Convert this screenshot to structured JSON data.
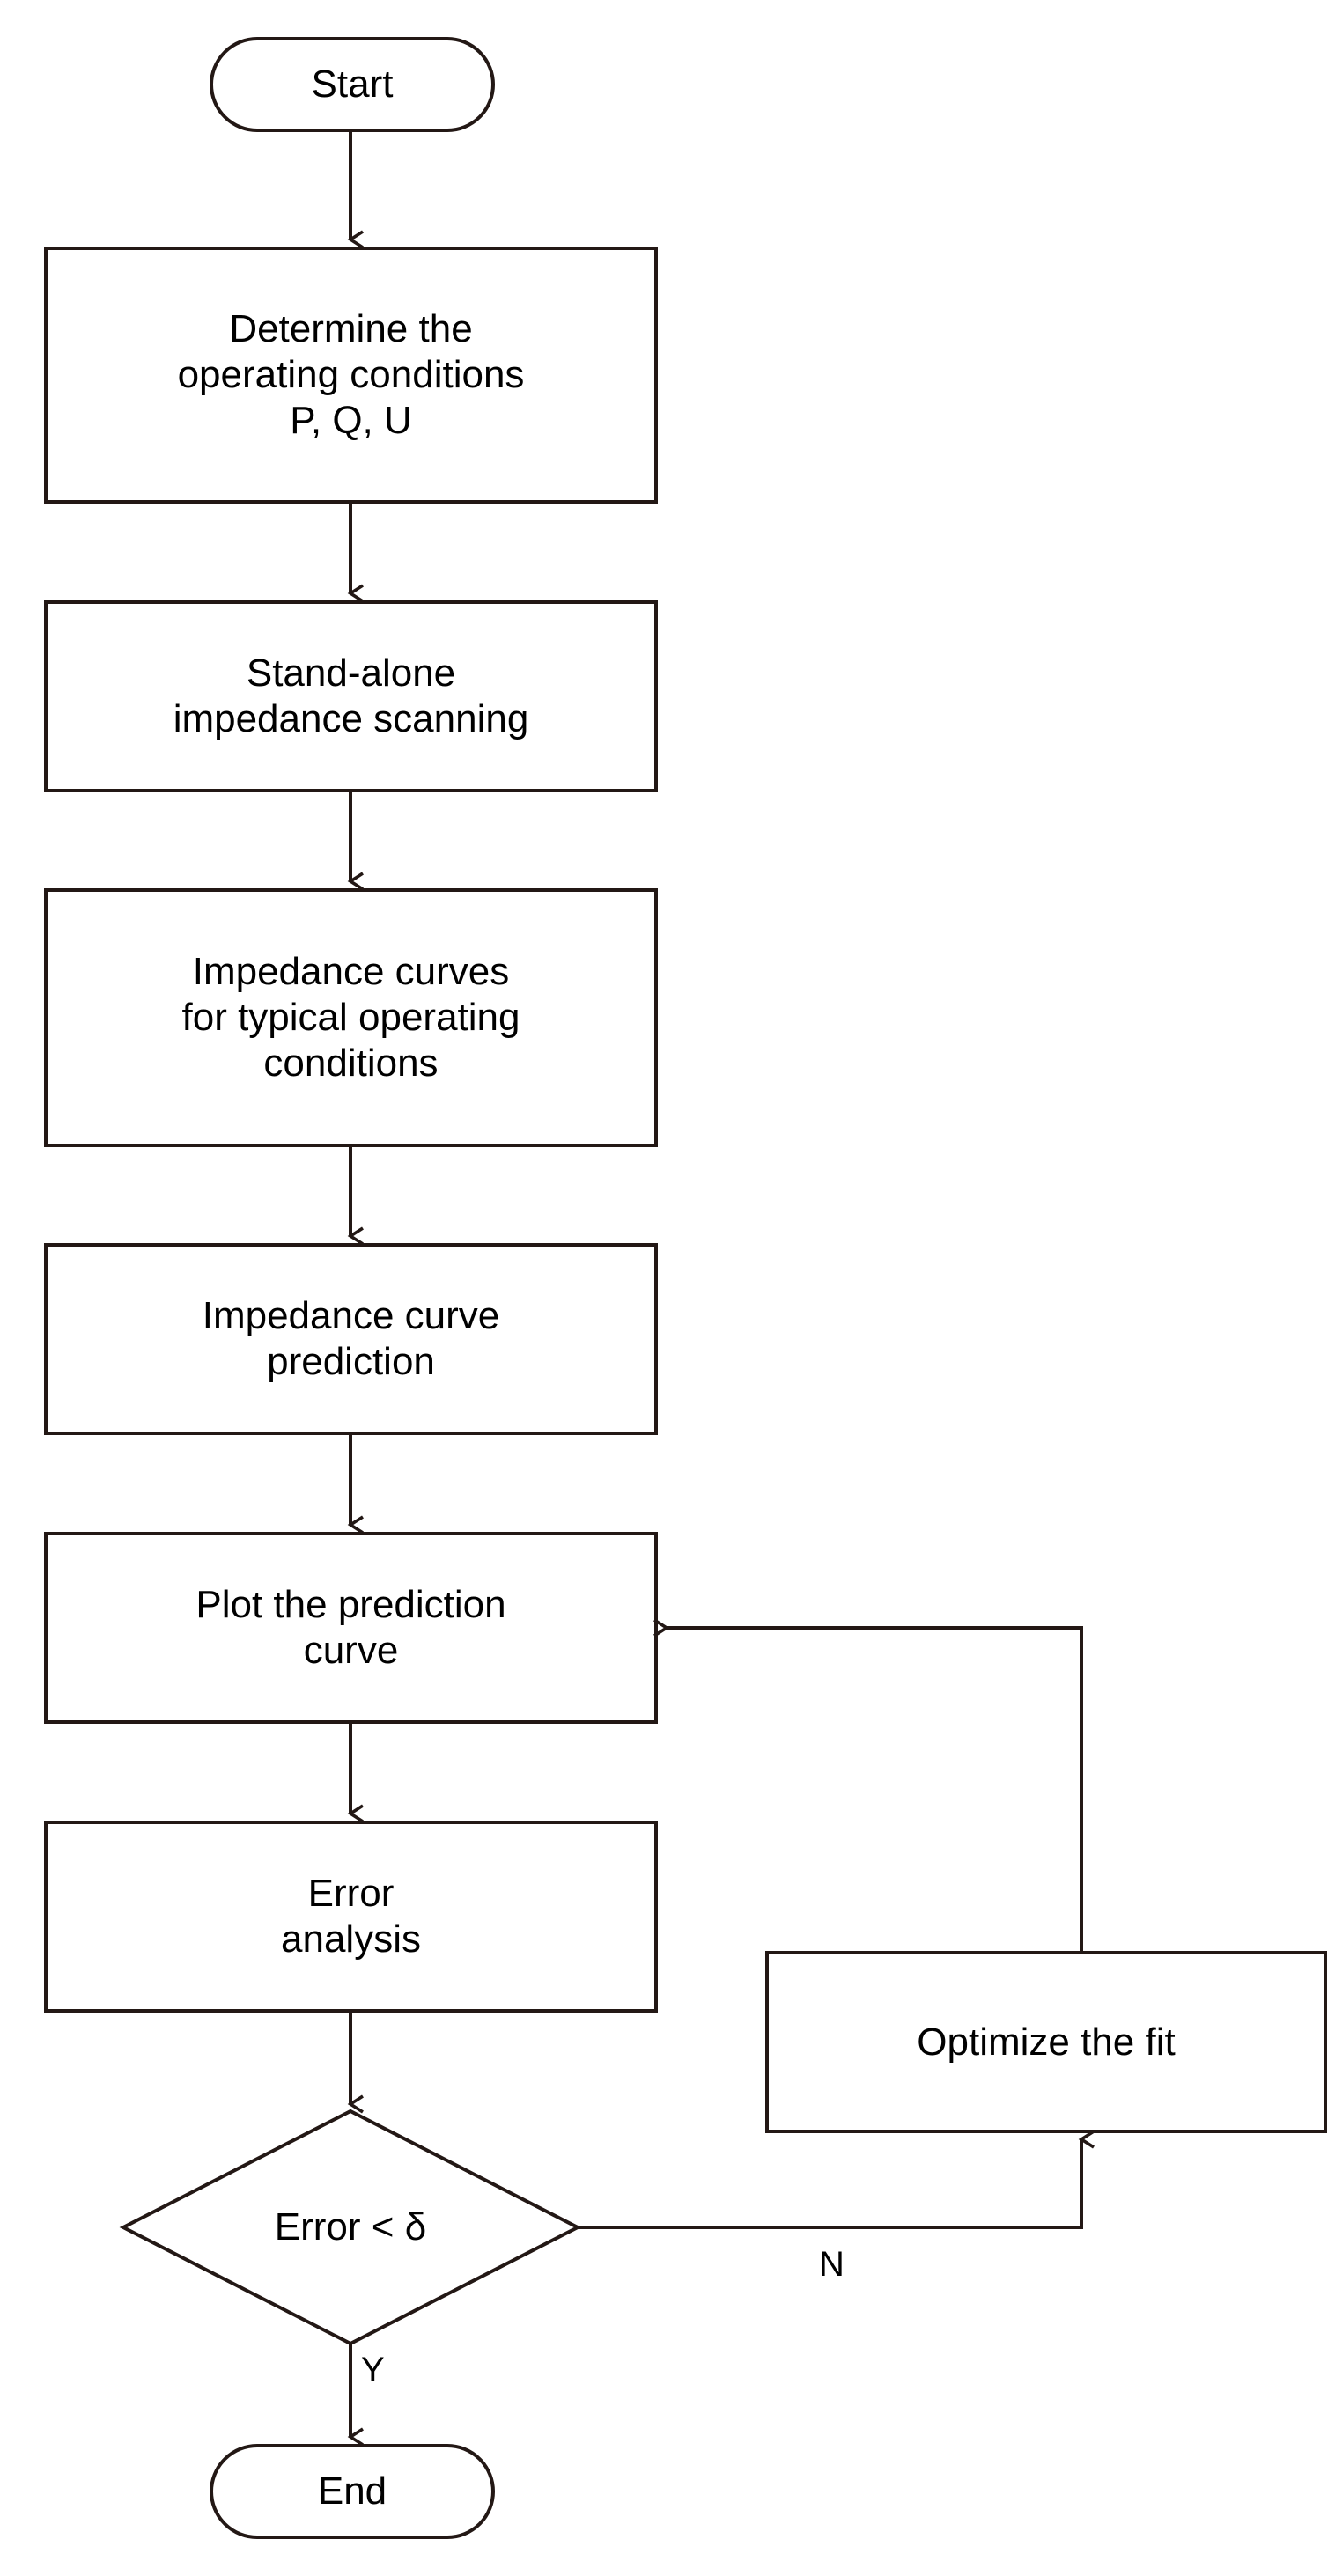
{
  "diagram": {
    "type": "flowchart",
    "orientation": "top-to-bottom",
    "background_color": "#ffffff",
    "stroke_color": "#231815",
    "text_color": "#000000",
    "nodes": [
      {
        "id": "start",
        "shape": "terminal",
        "label": "Start"
      },
      {
        "id": "determine",
        "shape": "process",
        "label": "Determine the\noperating conditions\nP, Q, U"
      },
      {
        "id": "scan",
        "shape": "process",
        "label": "Stand-alone\nimpedance scanning"
      },
      {
        "id": "curves",
        "shape": "process",
        "label": "Impedance curves\nfor typical operating\nconditions"
      },
      {
        "id": "predict",
        "shape": "process",
        "label": "Impedance curve\nprediction"
      },
      {
        "id": "plot",
        "shape": "process",
        "label": "Plot the prediction\ncurve"
      },
      {
        "id": "error",
        "shape": "process",
        "label": "Error\nanalysis"
      },
      {
        "id": "decision",
        "shape": "decision",
        "label": "Error < δ"
      },
      {
        "id": "optimize",
        "shape": "process",
        "label": "Optimize the fit"
      },
      {
        "id": "end",
        "shape": "terminal",
        "label": "End"
      }
    ],
    "edges": [
      {
        "from": "start",
        "to": "determine",
        "label": ""
      },
      {
        "from": "determine",
        "to": "scan",
        "label": ""
      },
      {
        "from": "scan",
        "to": "curves",
        "label": ""
      },
      {
        "from": "curves",
        "to": "predict",
        "label": ""
      },
      {
        "from": "predict",
        "to": "plot",
        "label": ""
      },
      {
        "from": "plot",
        "to": "error",
        "label": ""
      },
      {
        "from": "error",
        "to": "decision",
        "label": ""
      },
      {
        "from": "decision",
        "to": "optimize",
        "label": "N"
      },
      {
        "from": "optimize",
        "to": "plot",
        "label": ""
      },
      {
        "from": "decision",
        "to": "end",
        "label": "Y"
      }
    ],
    "branch_labels": {
      "no": "N",
      "yes": "Y"
    }
  }
}
